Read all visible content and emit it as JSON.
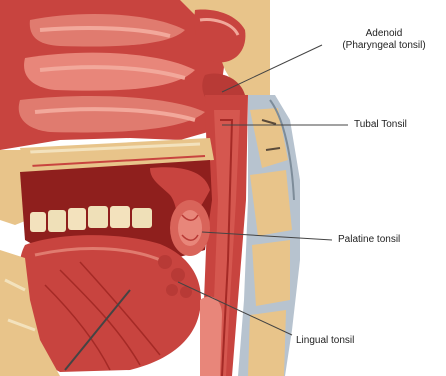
{
  "labels": {
    "adenoid_line1": "Adenoid",
    "adenoid_line2": "(Pharyngeal tonsil)",
    "tubal_tonsil": "Tubal Tonsil",
    "palatine_tonsil": "Palatine tonsil",
    "lingual_tonsil": "Lingual tonsil"
  },
  "colors": {
    "tissue_red": "#c8443f",
    "tissue_dark": "#8f1f1d",
    "tissue_light": "#e07b6f",
    "bone_tan": "#e8c48a",
    "bone_light": "#f3e2bd",
    "mucosa_pink": "#f0a79a",
    "blue_gray": "#b7c3cf",
    "leader_line": "#444444"
  }
}
